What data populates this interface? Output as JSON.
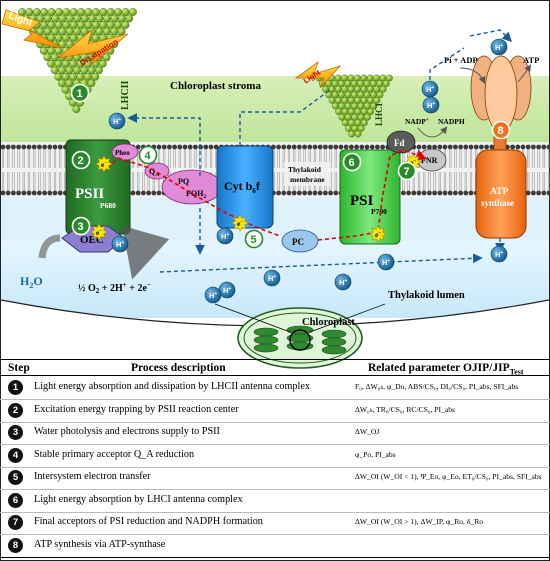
{
  "diagram": {
    "labels": {
      "light_left": "Light",
      "dissipation": "Dissipation",
      "lhcii": "LHCII",
      "stroma": "Chloroplast stroma",
      "light_right": "Light",
      "lhci": "LHCI",
      "pi_adp": "Pi + ADP",
      "atp": "ATP",
      "nadp": "NADP",
      "nadph": "NADPH",
      "pheo": "Pheo",
      "qa": "Q",
      "qa_sub": "A",
      "pq": "PQ",
      "pqh2": "PQH",
      "pqh2_sub": "2",
      "cyt": "Cyt b",
      "cyt_sub": "6",
      "cyt_f": "f",
      "thylakoid_membrane_1": "Thylakoid",
      "thylakoid_membrane_2": "membrane",
      "psii": "PSII",
      "p680": "P680",
      "psi": "PSI",
      "p700": "P700",
      "fd": "Fd",
      "fnr": "FNR",
      "pc": "PC",
      "oec": "OEC",
      "atp_synthase_1": "ATP",
      "atp_synthase_2": "synthase",
      "h2o": "H",
      "h2o_sub": "2",
      "h2o_tail": "O",
      "water_eq": "½ O",
      "water_eq_2": " + 2H",
      "water_eq_3": " + 2e",
      "lumen": "Thylakoid lumen",
      "chloroplast": "Chloroplast",
      "hplus": "H",
      "electron": "e"
    },
    "step_markers": [
      "1",
      "2",
      "3",
      "4",
      "5",
      "6",
      "7",
      "8"
    ]
  },
  "table": {
    "col_step": "Step",
    "col_process": "Process description",
    "col_param": "Related parameter OJIP/JIP",
    "col_param_sub": "Test",
    "rows": [
      {
        "step": "1",
        "desc": "Light energy absorption and dissipation by LHCII antenna complex",
        "param": "F₀, ΔW₀ₖ, φ_Do, ABS/CS₀, DI₀/CS₀, PI_abs, SFI_abs"
      },
      {
        "step": "2",
        "desc": "Excitation energy trapping by PSII reaction center",
        "param": "ΔW₀ₖ, TR₀/CS₀, RC/CS₀, PI_abs"
      },
      {
        "step": "3",
        "desc": "Water photolysis and electrons supply to PSII",
        "param": "ΔW_OJ"
      },
      {
        "step": "4",
        "desc": "Stable primary acceptor Q_A reduction",
        "param": "φ_Po, PI_abs"
      },
      {
        "step": "5",
        "desc": "Intersystem electron transfer",
        "param": "ΔW_OI (W_OI < 1), Ψ_Eo, φ_Eo, ET₀/CS₀, PI_abs, SFI_abs"
      },
      {
        "step": "6",
        "desc": "Light energy absorption by LHCI antenna complex",
        "param": ""
      },
      {
        "step": "7",
        "desc": "Final acceptors of PSI reduction and NADPH formation",
        "param": "ΔW_OI (W_OI > 1), ΔW_IP, φ_Ro, δ_Ro"
      },
      {
        "step": "8",
        "desc": "ATP synthesis via ATP-synthase",
        "param": ""
      }
    ]
  },
  "colors": {
    "stroma": "#c6e7a4",
    "lumen": "#d9f0ff",
    "psii": "#2e7d32",
    "psi": "#33cc33",
    "cyt": "#1e90e0",
    "atp_synthase": "#ff7f27",
    "oec": "#8a7fd0",
    "lhc": "#6aa516",
    "arrow_red": "#e00000",
    "arrow_blue": "#1a5a9a",
    "hplus": "#1a6aa0"
  }
}
